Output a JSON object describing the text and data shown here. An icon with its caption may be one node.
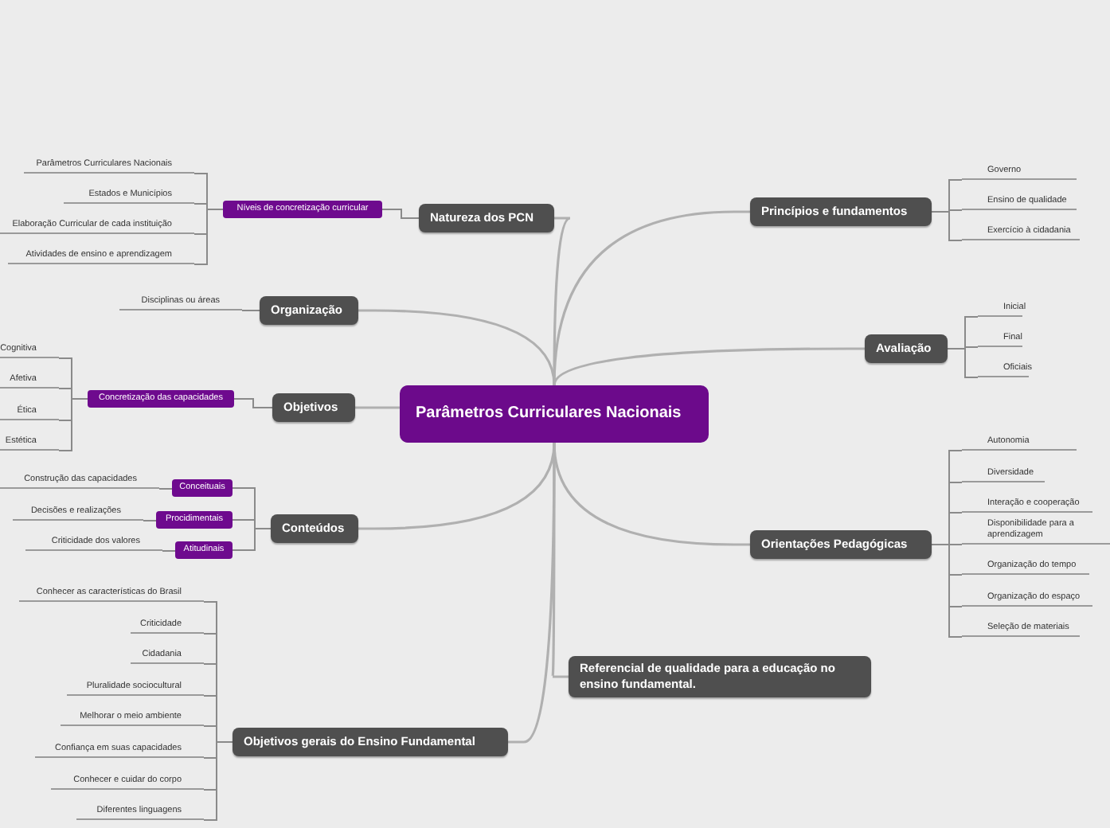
{
  "diagram": {
    "nodes": [
      {
        "text": [
          "Parâmetros Curriculares Nacionais"
        ]
      },
      {
        "text": [
          "Natureza dos PCN"
        ]
      },
      {
        "text": [
          "Níveis de concretização curricular"
        ]
      },
      {
        "text": [
          "Parâmetros Curriculares Nacionais"
        ]
      },
      {
        "text": [
          "Estados e Municípios"
        ]
      },
      {
        "text": [
          "Elaboração Curricular de cada instituição"
        ]
      },
      {
        "text": [
          "Atividades de ensino e aprendizagem"
        ]
      },
      {
        "text": [
          "Organização"
        ]
      },
      {
        "text": [
          "Disciplinas ou áreas"
        ]
      },
      {
        "text": [
          "Objetivos"
        ]
      },
      {
        "text": [
          "Concretização das capacidades"
        ]
      },
      {
        "text": [
          "Cognitiva"
        ]
      },
      {
        "text": [
          "Afetiva"
        ]
      },
      {
        "text": [
          "Ética"
        ]
      },
      {
        "text": [
          "Estética"
        ]
      },
      {
        "text": [
          "Conteúdos"
        ]
      },
      {
        "text": [
          "Conceituais"
        ]
      },
      {
        "text": [
          "Procidimentais"
        ]
      },
      {
        "text": [
          "Atitudinais"
        ]
      },
      {
        "text": [
          "Construção das capacidades"
        ]
      },
      {
        "text": [
          "Decisões e realizações"
        ]
      },
      {
        "text": [
          "Criticidade dos valores"
        ]
      },
      {
        "text": [
          "Objetivos gerais do Ensino Fundamental"
        ]
      },
      {
        "text": [
          "Conhecer as características do Brasil"
        ]
      },
      {
        "text": [
          "Criticidade"
        ]
      },
      {
        "text": [
          "Cidadania"
        ]
      },
      {
        "text": [
          "Pluralidade sociocultural"
        ]
      },
      {
        "text": [
          "Melhorar o meio ambiente"
        ]
      },
      {
        "text": [
          "Confiança em suas capacidades"
        ]
      },
      {
        "text": [
          "Conhecer e cuidar do corpo"
        ]
      },
      {
        "text": [
          "Diferentes linguagens"
        ]
      },
      {
        "text": [
          "Princípios e fundamentos"
        ]
      },
      {
        "text": [
          "Governo"
        ]
      },
      {
        "text": [
          "Ensino de qualidade"
        ]
      },
      {
        "text": [
          "Exercício à cidadania"
        ]
      },
      {
        "text": [
          "Avaliação"
        ]
      },
      {
        "text": [
          "Inicial"
        ]
      },
      {
        "text": [
          "Final"
        ]
      },
      {
        "text": [
          "Oficiais"
        ]
      },
      {
        "text": [
          "Orientações Pedagógicas"
        ]
      },
      {
        "text": [
          "Autonomia"
        ]
      },
      {
        "text": [
          "Diversidade"
        ]
      },
      {
        "text": [
          "Interação e cooperação"
        ]
      },
      {
        "text": [
          "Disponibilidade para a aprendizagem"
        ]
      },
      {
        "text": [
          "Organização do tempo"
        ]
      },
      {
        "text": [
          "Organização do espaço"
        ]
      },
      {
        "text": [
          "Seleção de materiais"
        ]
      },
      {
        "text": [
          "Referencial de qualidade para a educação no ensino fundamental."
        ]
      }
    ],
    "edges": [
      {
        "from": 0,
        "to": 1,
        "arrow": "none"
      },
      {
        "from": 1,
        "to": 2,
        "arrow": "none"
      },
      {
        "from": 2,
        "to": 3,
        "arrow": "none"
      },
      {
        "from": 2,
        "to": 4,
        "arrow": "none"
      },
      {
        "from": 2,
        "to": 5,
        "arrow": "none"
      },
      {
        "from": 2,
        "to": 6,
        "arrow": "none"
      },
      {
        "from": 0,
        "to": 7,
        "arrow": "none"
      },
      {
        "from": 7,
        "to": 8,
        "arrow": "none"
      },
      {
        "from": 0,
        "to": 9,
        "arrow": "none"
      },
      {
        "from": 9,
        "to": 10,
        "arrow": "none"
      },
      {
        "from": 10,
        "to": 11,
        "arrow": "none"
      },
      {
        "from": 10,
        "to": 12,
        "arrow": "none"
      },
      {
        "from": 10,
        "to": 13,
        "arrow": "none"
      },
      {
        "from": 10,
        "to": 14,
        "arrow": "none"
      },
      {
        "from": 0,
        "to": 15,
        "arrow": "none"
      },
      {
        "from": 15,
        "to": 16,
        "arrow": "none"
      },
      {
        "from": 15,
        "to": 17,
        "arrow": "none"
      },
      {
        "from": 15,
        "to": 18,
        "arrow": "none"
      },
      {
        "from": 16,
        "to": 19,
        "arrow": "none"
      },
      {
        "from": 17,
        "to": 20,
        "arrow": "none"
      },
      {
        "from": 18,
        "to": 21,
        "arrow": "none"
      },
      {
        "from": 0,
        "to": 22,
        "arrow": "none"
      },
      {
        "from": 22,
        "to": 23,
        "arrow": "none"
      },
      {
        "from": 22,
        "to": 24,
        "arrow": "none"
      },
      {
        "from": 22,
        "to": 25,
        "arrow": "none"
      },
      {
        "from": 22,
        "to": 26,
        "arrow": "none"
      },
      {
        "from": 22,
        "to": 27,
        "arrow": "none"
      },
      {
        "from": 22,
        "to": 28,
        "arrow": "none"
      },
      {
        "from": 22,
        "to": 29,
        "arrow": "none"
      },
      {
        "from": 22,
        "to": 30,
        "arrow": "none"
      },
      {
        "from": 0,
        "to": 31,
        "arrow": "none"
      },
      {
        "from": 31,
        "to": 32,
        "arrow": "none"
      },
      {
        "from": 31,
        "to": 33,
        "arrow": "none"
      },
      {
        "from": 31,
        "to": 34,
        "arrow": "none"
      },
      {
        "from": 0,
        "to": 35,
        "arrow": "none"
      },
      {
        "from": 35,
        "to": 36,
        "arrow": "none"
      },
      {
        "from": 35,
        "to": 37,
        "arrow": "none"
      },
      {
        "from": 35,
        "to": 38,
        "arrow": "none"
      },
      {
        "from": 0,
        "to": 39,
        "arrow": "none"
      },
      {
        "from": 39,
        "to": 40,
        "arrow": "none"
      },
      {
        "from": 39,
        "to": 41,
        "arrow": "none"
      },
      {
        "from": 39,
        "to": 42,
        "arrow": "none"
      },
      {
        "from": 39,
        "to": 43,
        "arrow": "none"
      },
      {
        "from": 39,
        "to": 44,
        "arrow": "none"
      },
      {
        "from": 39,
        "to": 45,
        "arrow": "none"
      },
      {
        "from": 39,
        "to": 46,
        "arrow": "none"
      },
      {
        "from": 0,
        "to": 47,
        "arrow": "none"
      }
    ]
  }
}
